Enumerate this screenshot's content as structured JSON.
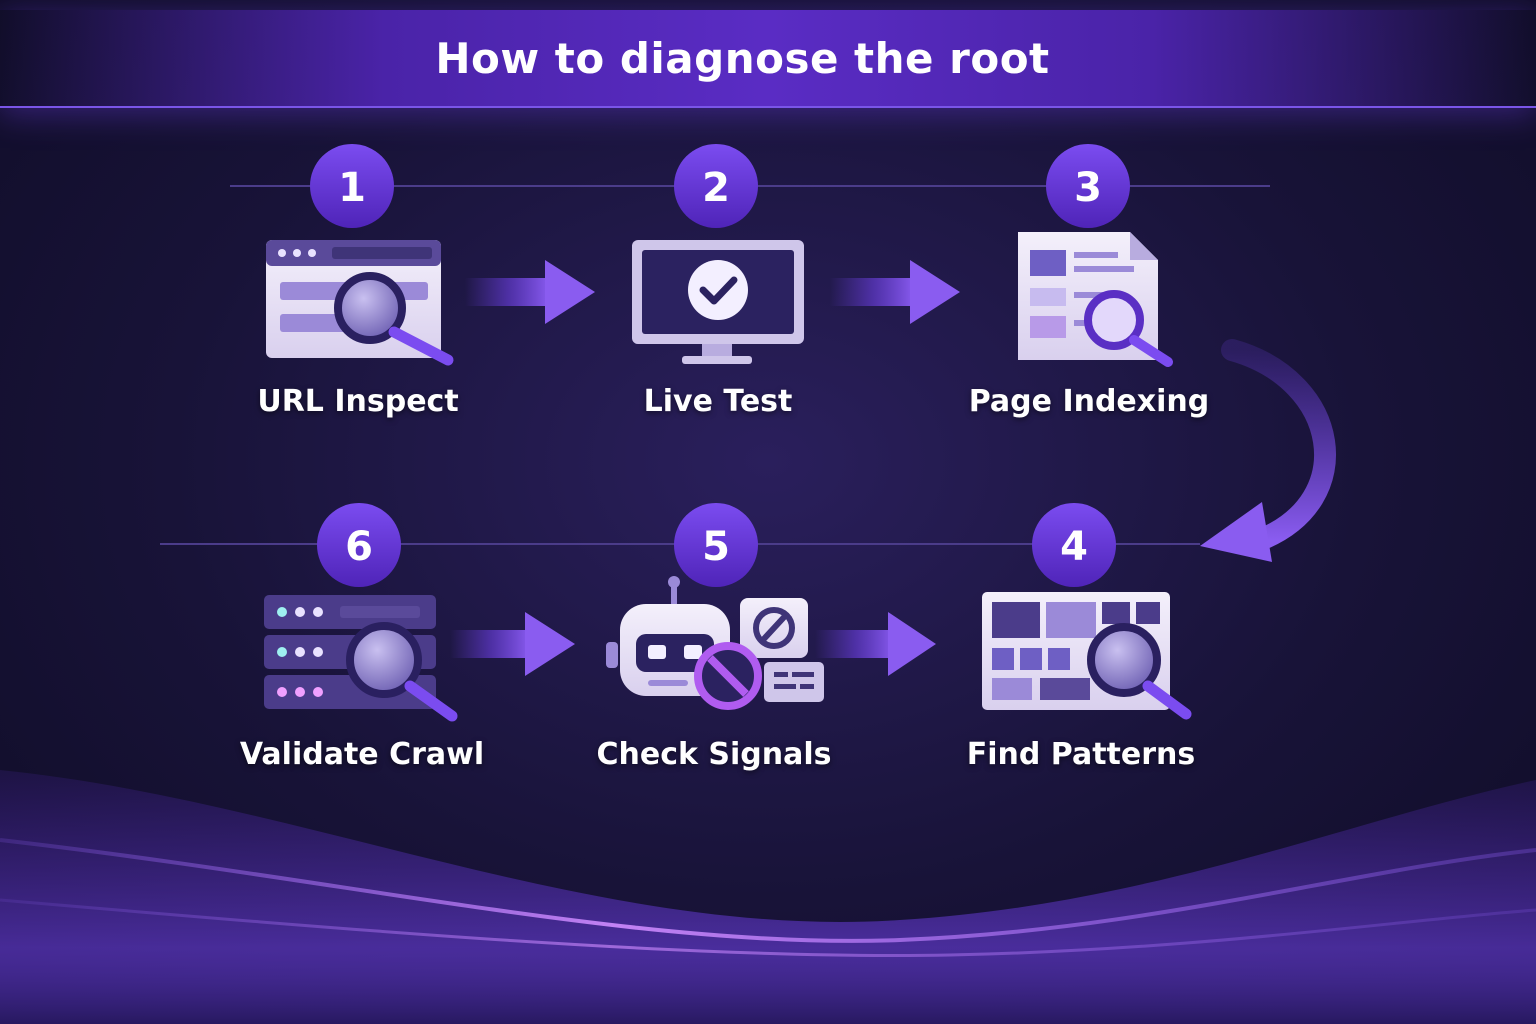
{
  "title": "How to diagnose the root",
  "colors": {
    "accent": "#6b3fe0",
    "badge": "#5a2fc4",
    "panel": "#efeaf8",
    "background": "#181338"
  },
  "steps": [
    {
      "number": "1",
      "label": "URL Inspect",
      "icon": "browser-search-icon"
    },
    {
      "number": "2",
      "label": "Live Test",
      "icon": "monitor-check-icon"
    },
    {
      "number": "3",
      "label": "Page Indexing",
      "icon": "document-search-icon"
    },
    {
      "number": "4",
      "label": "Find Patterns",
      "icon": "grid-search-icon"
    },
    {
      "number": "5",
      "label": "Check Signals",
      "icon": "robot-block-icon"
    },
    {
      "number": "6",
      "label": "Validate Crawl",
      "icon": "server-search-icon"
    }
  ]
}
